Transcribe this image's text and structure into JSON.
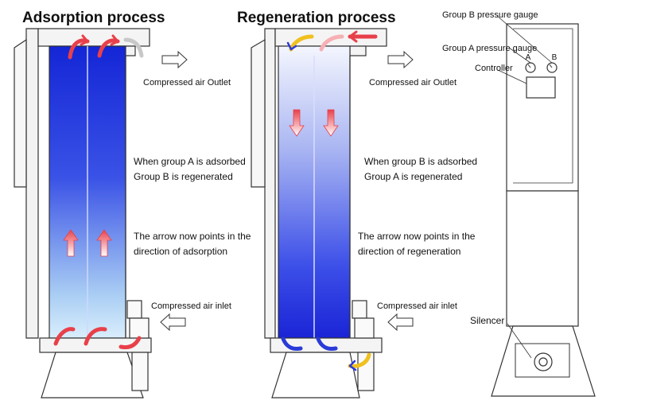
{
  "adsorption": {
    "title": "Adsorption process",
    "outlet_label": "Compressed air Outlet",
    "inlet_label": "Compressed air inlet",
    "status_line1": "When group A is adsorbed",
    "status_line2": "Group B is regenerated",
    "arrow_line1": "The arrow now points in the",
    "arrow_line2": "direction of adsorption"
  },
  "regeneration": {
    "title": "Regeneration process",
    "outlet_label": "Compressed air Outlet",
    "inlet_label": "Compressed air inlet",
    "status_line1": "When group B is adsorbed",
    "status_line2": "Group A is regenerated",
    "arrow_line1": "The arrow now points in the",
    "arrow_line2": "direction of regeneration"
  },
  "cabinet": {
    "gauge_b_label": "Group B pressure gauge",
    "gauge_a_label": "Group A pressure gauge",
    "controller_label": "Controller",
    "silencer_label": "Silencer",
    "gauge_a_letter": "A",
    "gauge_b_letter": "B"
  },
  "colors": {
    "adsorb_blue": "#1530d8",
    "regen_blue": "#1a2fe0",
    "flow_red": "#e8404a",
    "flow_yellow": "#f0c020",
    "line": "#333333"
  }
}
